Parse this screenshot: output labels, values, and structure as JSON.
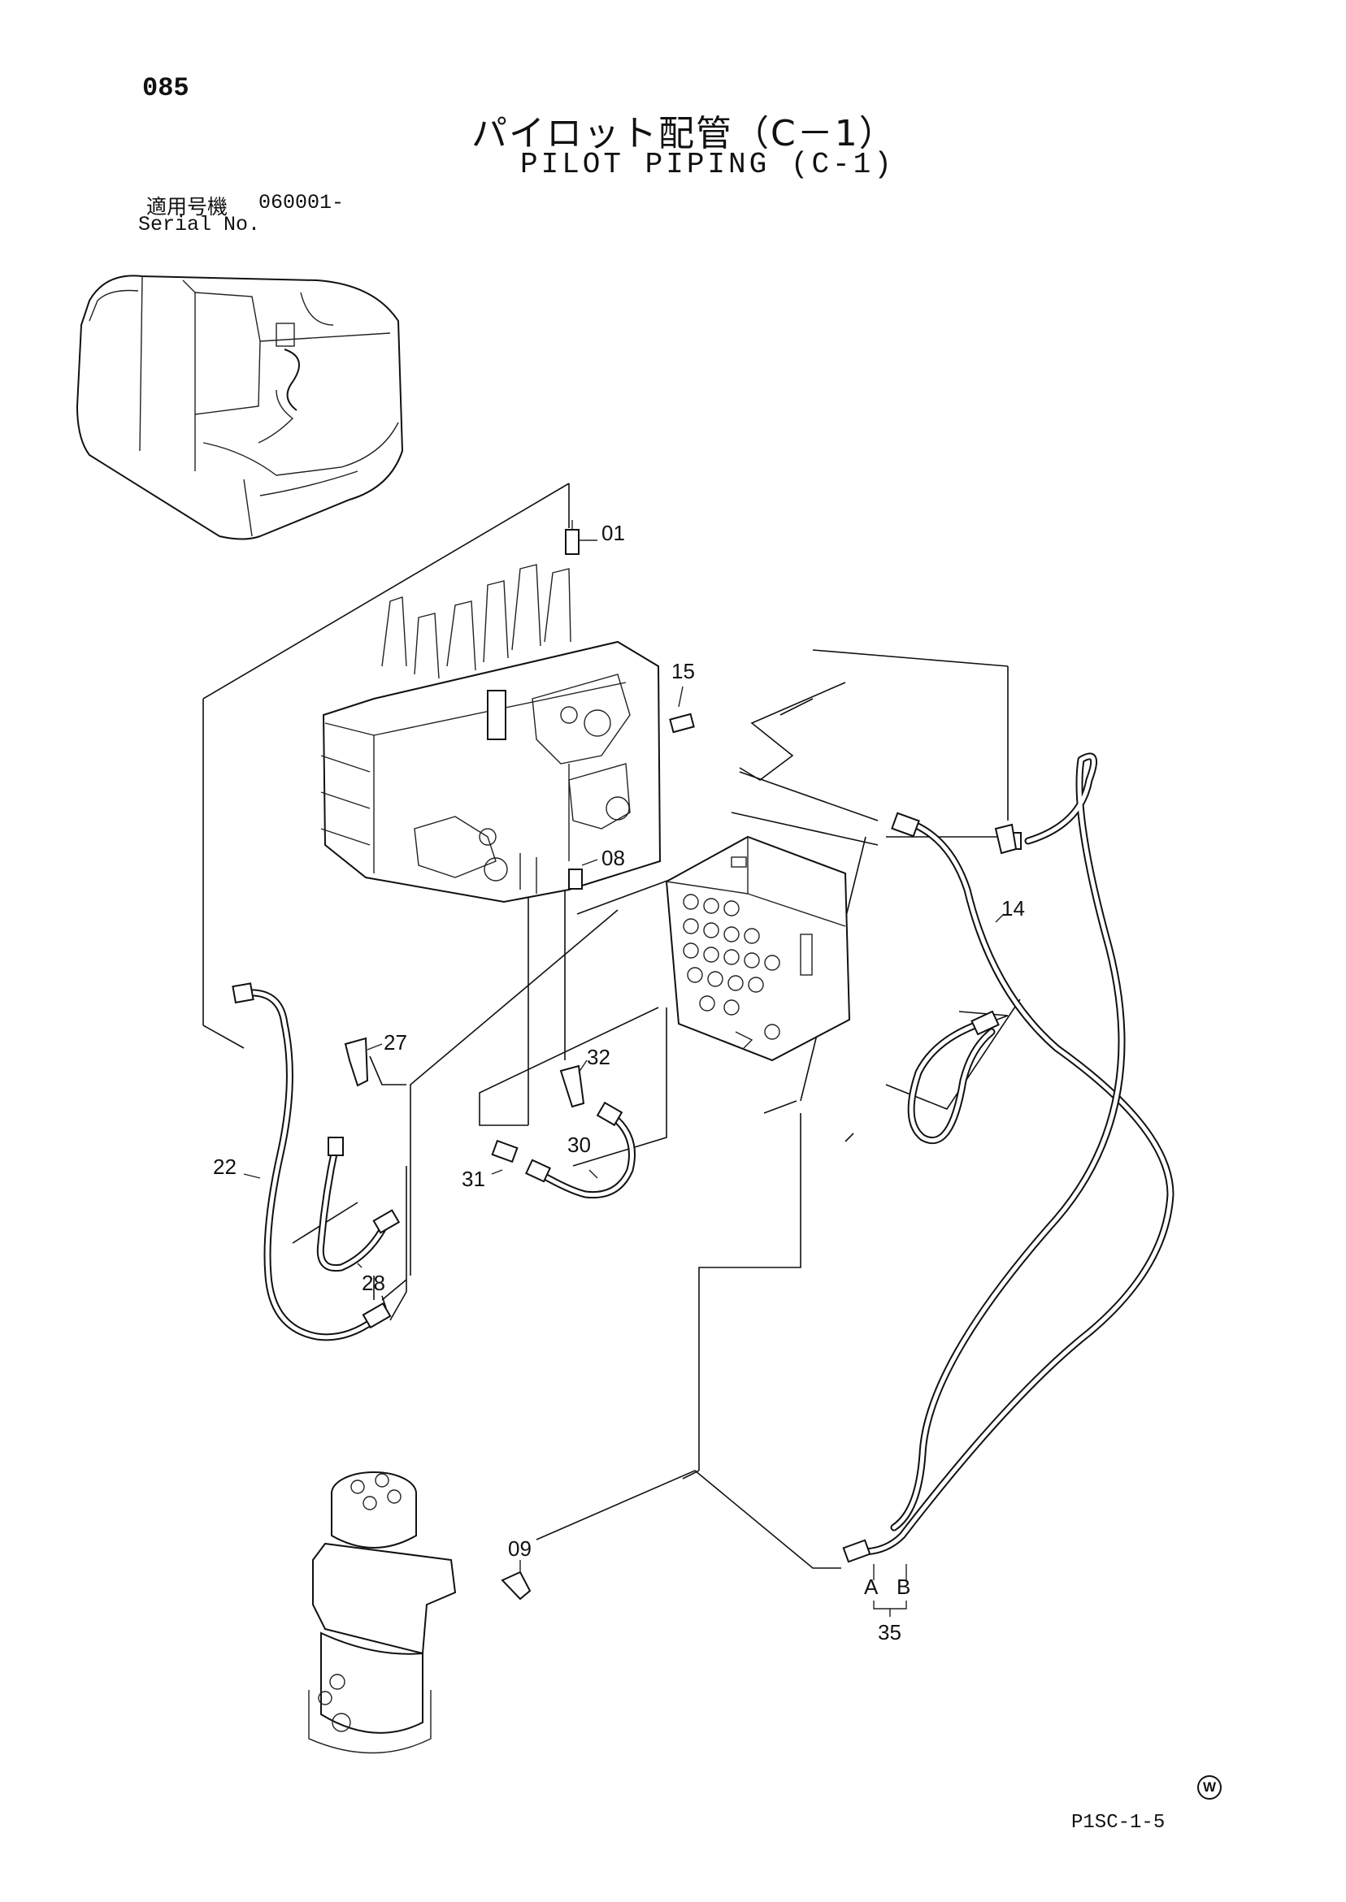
{
  "header": {
    "page_number": "085",
    "title_japanese": "パイロット配管（C－1）",
    "title_english": "PILOT PIPING (C-1)",
    "serial_label_japanese": "適用号機",
    "serial_number": "060001-",
    "serial_label_english": "Serial No."
  },
  "callouts": {
    "p01": "01",
    "p15": "15",
    "p08": "08",
    "p14": "14",
    "p27": "27",
    "p32": "32",
    "p22": "22",
    "p30": "30",
    "p31": "31",
    "p28": "28",
    "p09": "09",
    "pA": "A",
    "pB": "B",
    "p35": "35"
  },
  "footer": {
    "mark": "W",
    "drawing_code": "P1SC-1-5"
  }
}
